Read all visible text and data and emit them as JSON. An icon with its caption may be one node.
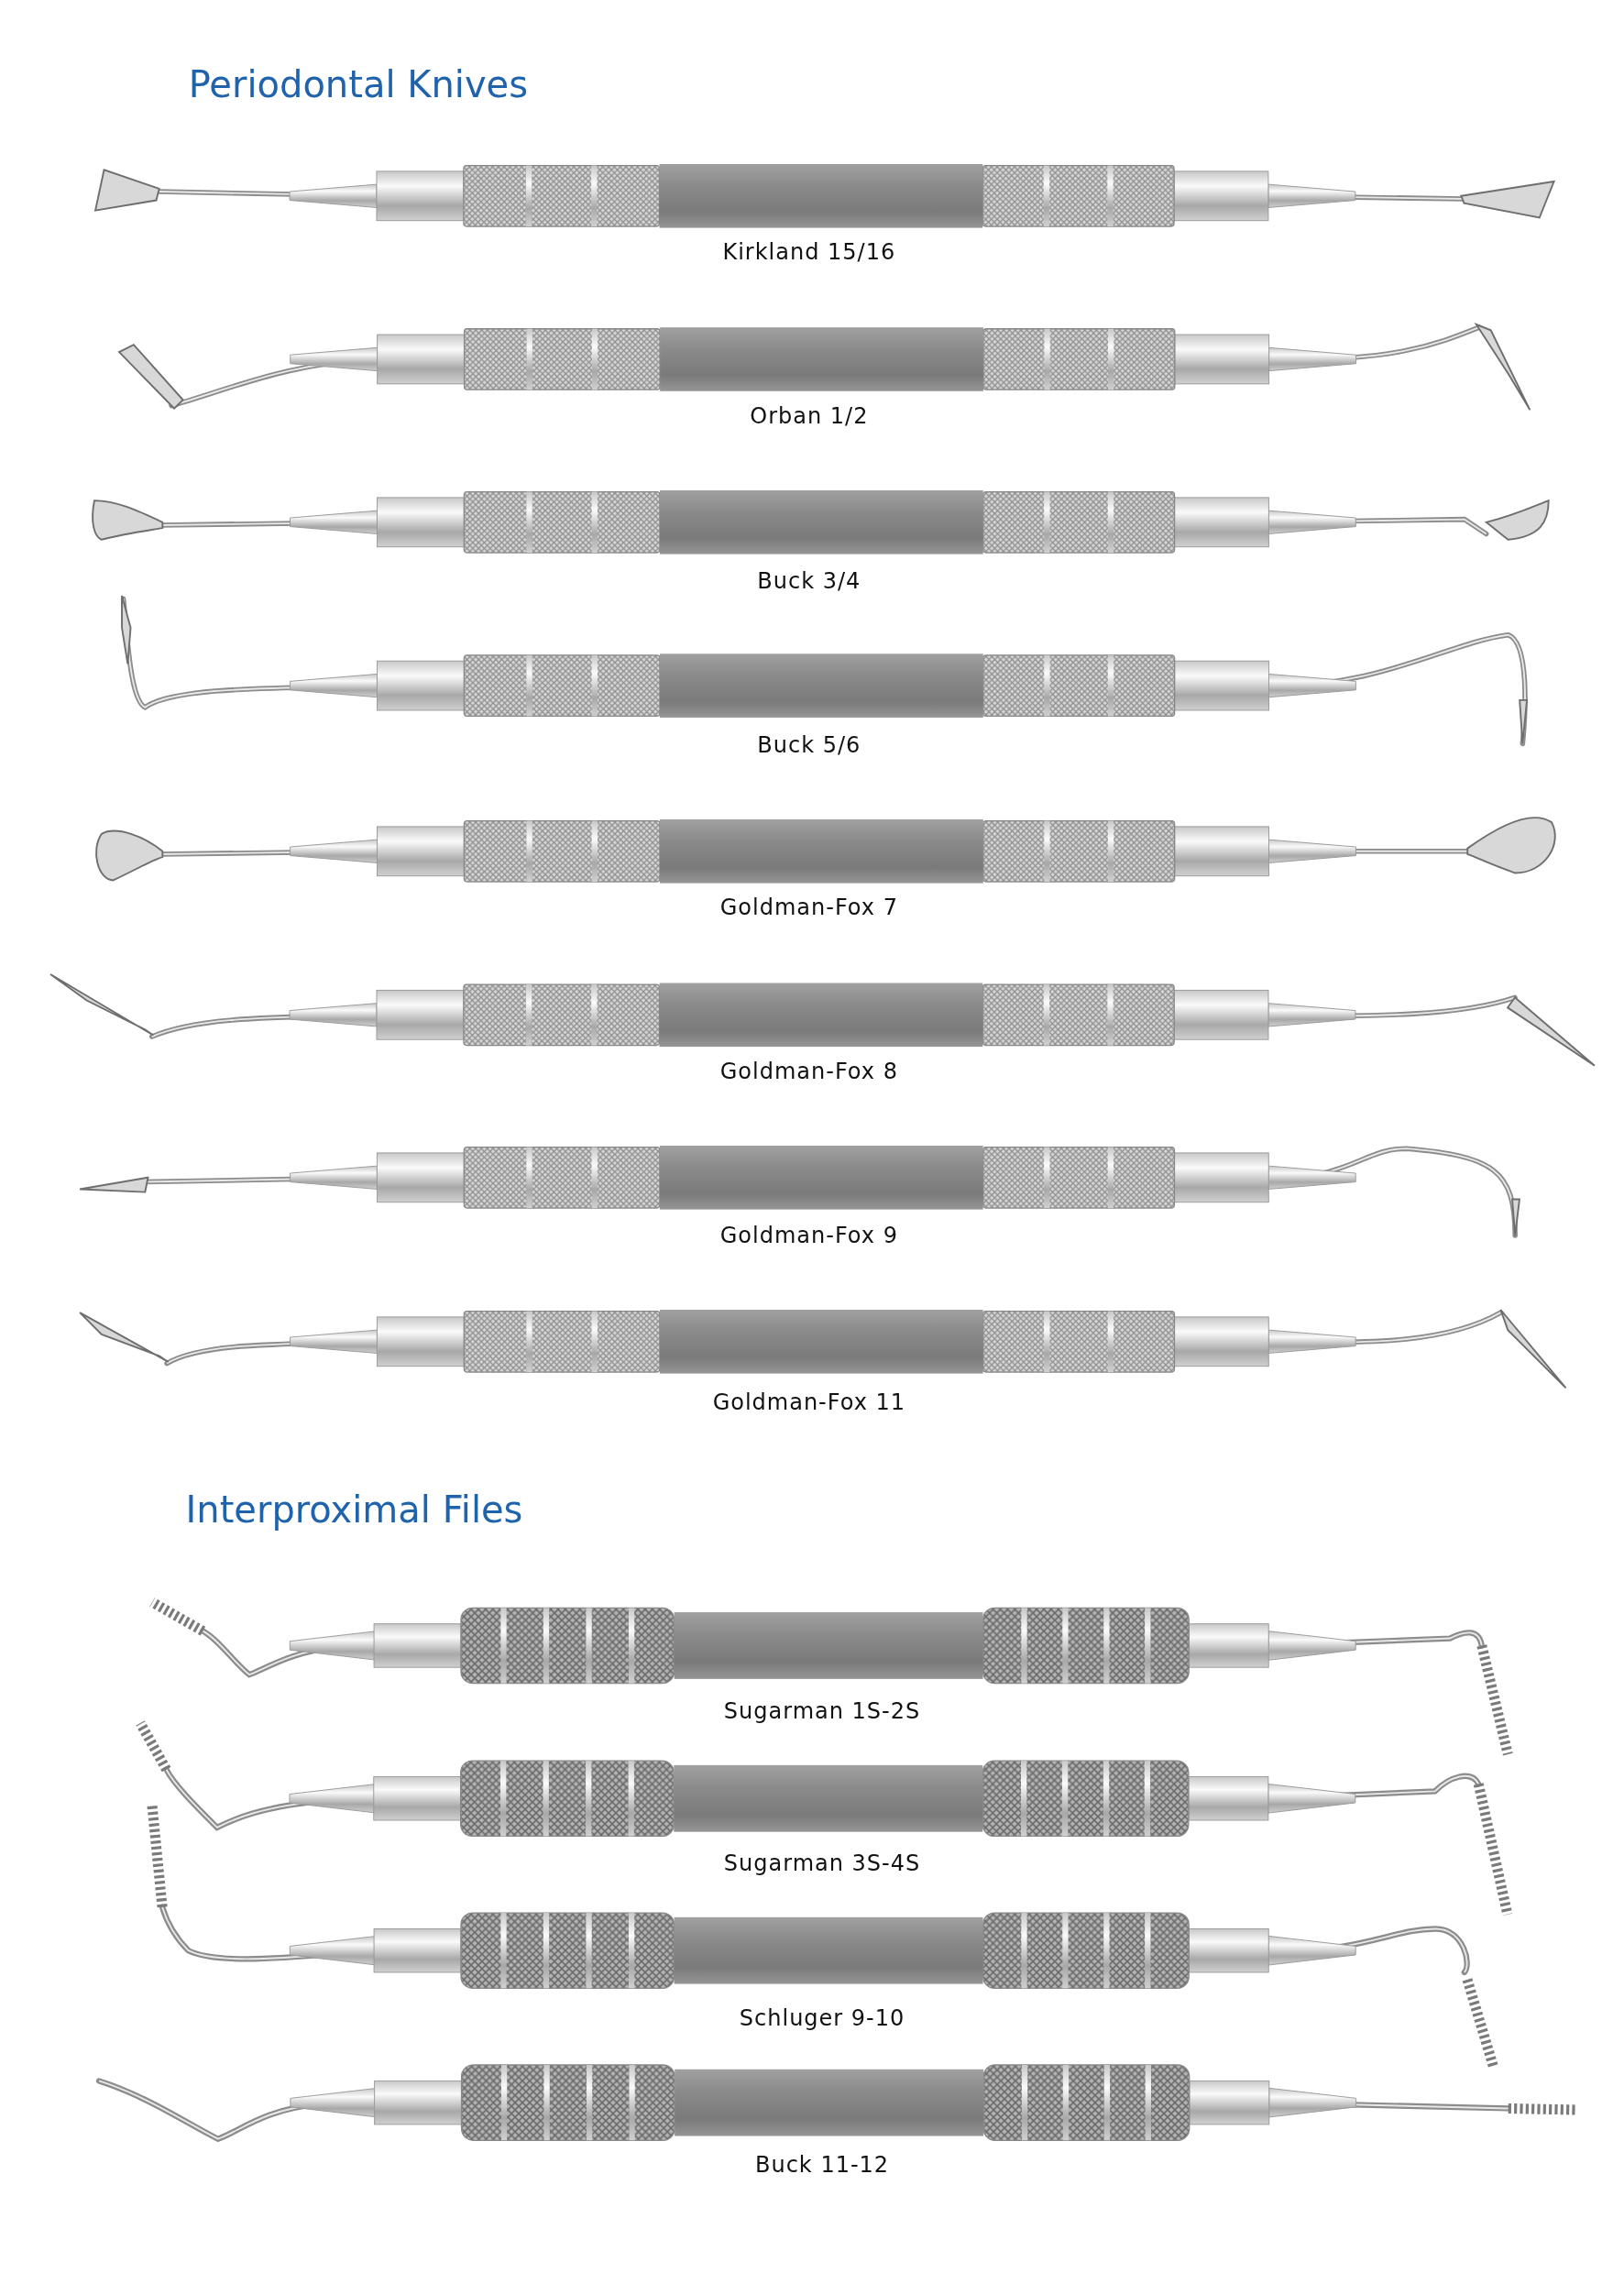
{
  "diagram": {
    "nodes": [
      {
        "text": [
          "Kirkland 15/16"
        ]
      },
      {
        "text": [
          "Orban 1/2"
        ]
      },
      {
        "text": [
          "Buck 3/4"
        ]
      },
      {
        "text": [
          "Buck 5/6"
        ]
      },
      {
        "text": [
          "Goldman-Fox 7"
        ]
      },
      {
        "text": [
          "Goldman-Fox 8"
        ]
      },
      {
        "text": [
          "Goldman-Fox 9"
        ]
      },
      {
        "text": [
          "Goldman-Fox 11"
        ]
      },
      {
        "text": [
          "Sugarman 1S-2S"
        ]
      },
      {
        "text": [
          "Sugarman 3S-4S"
        ]
      },
      {
        "text": [
          "Schluger 9-10"
        ]
      },
      {
        "text": [
          "Buck 11-12"
        ]
      }
    ],
    "labels": [
      "Periodontal Knives",
      "Interproximal Files"
    ]
  }
}
